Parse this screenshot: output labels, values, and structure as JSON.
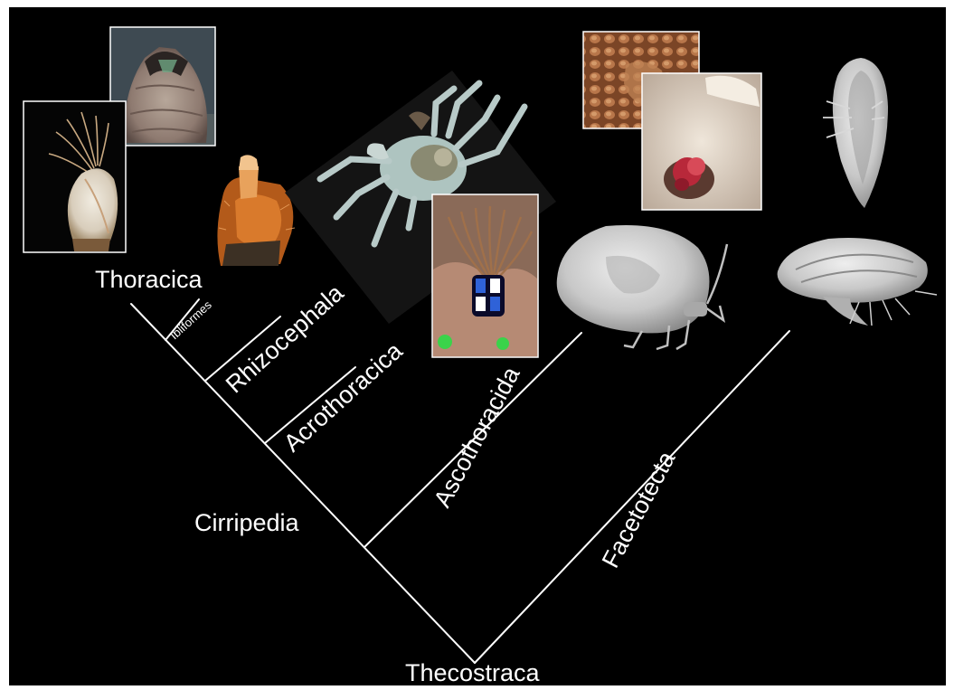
{
  "colors": {
    "background": "#000000",
    "line": "#ffffff",
    "text": "#ffffff",
    "frame": "#ffffff"
  },
  "taxa": {
    "thecostraca": "Thecostraca",
    "cirripedia": "Cirripedia",
    "thoracica": "Thoracica",
    "ibliformes": "Ibliformes",
    "rhizocephala": "Rhizocephala",
    "acrothoracica": "Acrothoracica",
    "ascothoracida": "Ascothoracida",
    "facetotecta": "Facetotecta"
  },
  "images": {
    "goose_barnacle": "goose-barnacle-photo",
    "acorn_barnacle": "acorn-barnacle-photo",
    "rhizocephalan_externa": "rhizocephalan-externa-photo",
    "crab_host": "parasitised-crab-photo",
    "burrowing_barnacle": "acrothoracican-photo",
    "coral_surface": "coral-surface-photo",
    "ascothoracid_in_coral": "ascothoracid-in-coral-photo",
    "ascothoracid_sem": "ascothoracid-sem-image",
    "y_larva_sem_top": "y-larva-sem-dorsal",
    "y_larva_sem_side": "y-larva-sem-lateral"
  }
}
